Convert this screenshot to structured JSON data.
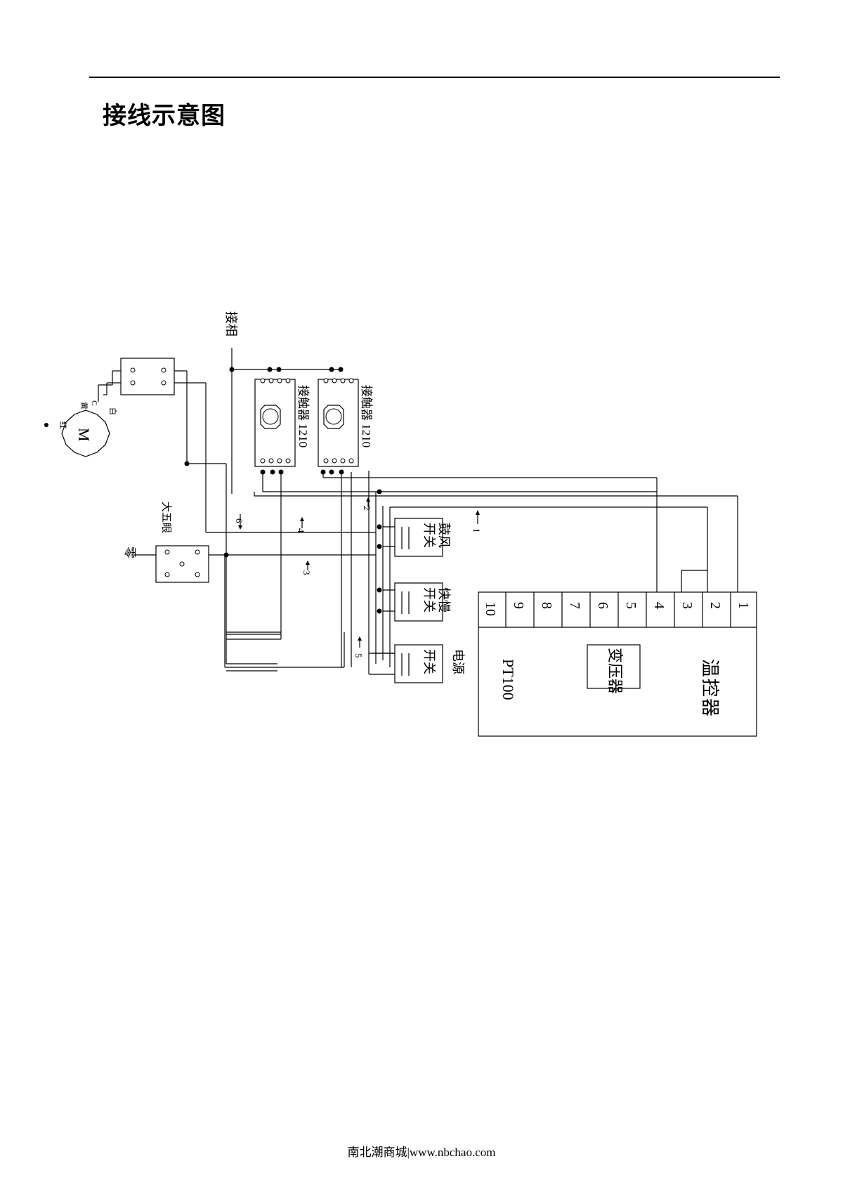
{
  "page": {
    "title": "接线示意图",
    "footer": "南北潮商城|www.nbchao.com"
  },
  "diagram": {
    "phase_label": "接相",
    "neutral_label": "零",
    "motor": {
      "label": "M",
      "wire_colors": [
        "红",
        "黄",
        "白",
        "C"
      ]
    },
    "socket_label": "大五眼",
    "contactors": [
      {
        "label": "接触器 1210"
      },
      {
        "label": "接触器 1210"
      }
    ],
    "switches": [
      {
        "label_top": "鼓风",
        "label_bottom": "开关"
      },
      {
        "label_top": "快慢",
        "label_bottom": "开关"
      },
      {
        "label_top": "电源",
        "label_bottom": "开关"
      }
    ],
    "controller": {
      "label": "温控器",
      "transformer_label": "变压器",
      "sensor_label": "PT100",
      "terminals": [
        "10",
        "9",
        "8",
        "7",
        "6",
        "5",
        "4",
        "3",
        "2",
        "1"
      ]
    },
    "wire_numbers": [
      "1",
      "2",
      "3",
      "4",
      "5",
      "6"
    ]
  }
}
